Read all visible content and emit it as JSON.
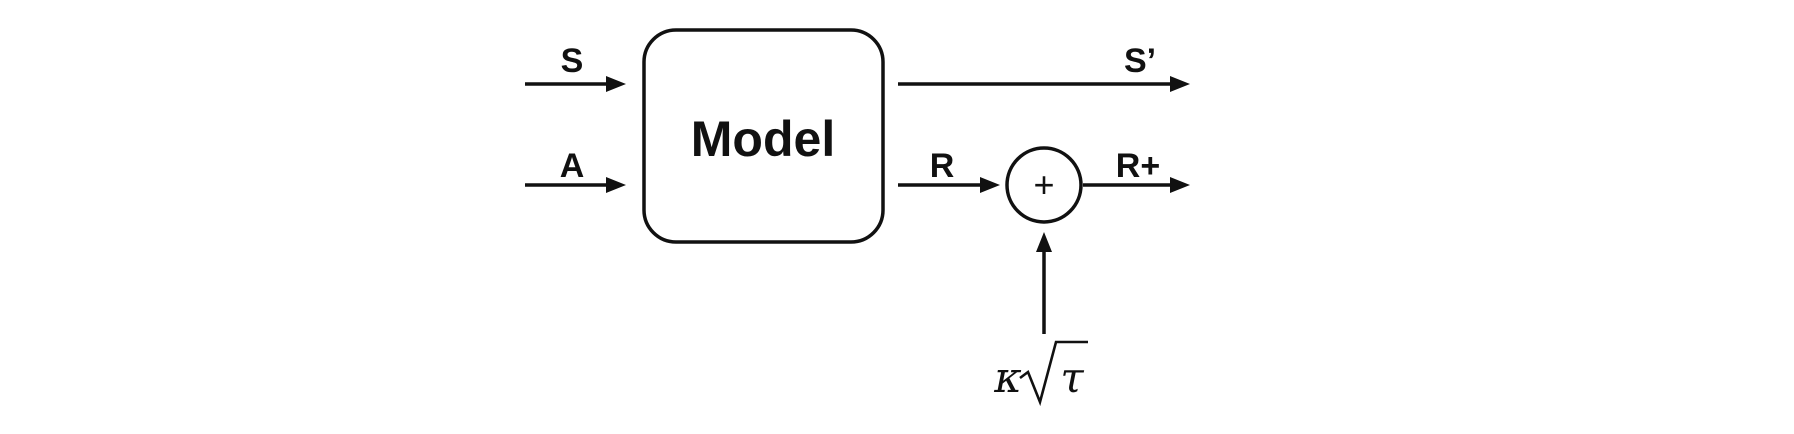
{
  "diagram": {
    "inputs": {
      "state": "S",
      "action": "A"
    },
    "model": {
      "label": "Model"
    },
    "outputs": {
      "next_state": "S’",
      "reward": "R",
      "bonus_reward": "R+"
    },
    "sum_node": {
      "symbol": "+"
    },
    "bonus_term": {
      "kappa": "κ",
      "tau": "τ"
    }
  }
}
